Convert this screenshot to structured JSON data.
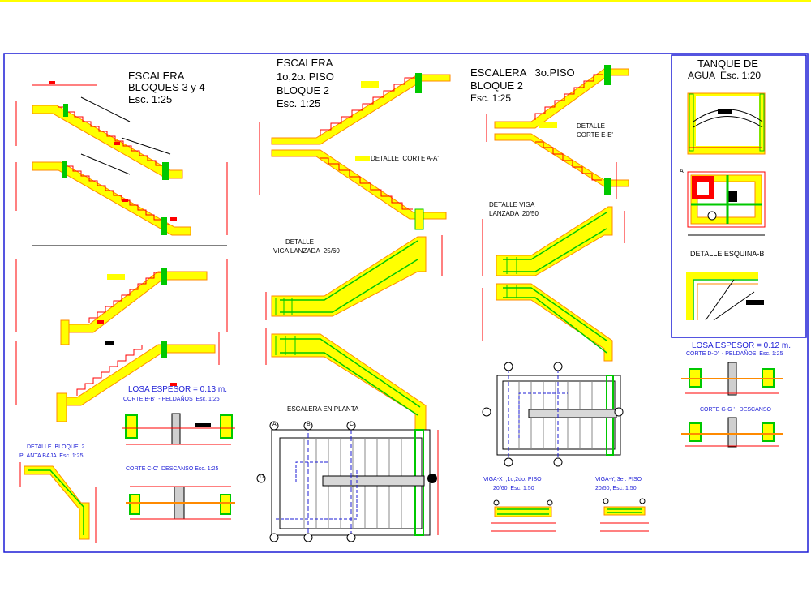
{
  "stairs_a": {
    "title_1": "ESCALERA",
    "title_2": "BLOQUES 3 y 4",
    "scale": "Esc. 1:25"
  },
  "stairs_b": {
    "title_1": "ESCALERA",
    "title_2": "1o,2o. PISO",
    "title_3": "BLOQUE 2",
    "scale": "Esc. 1:25"
  },
  "stairs_c": {
    "title_1": "ESCALERA   3o.PISO",
    "title_2": "BLOQUE 2",
    "scale": "Esc. 1:25"
  },
  "tank": {
    "title_1": "TANQUE DE",
    "title_2": "AGUA  Esc. 1:20",
    "corner_detail": "DETALLE ESQUINA-B",
    "corner_mark": "A"
  },
  "details": {
    "corte_aa": "DETALLE  CORTE A-A'",
    "corte_ee_1": "DETALLE",
    "corte_ee_2": "CORTE E-E'",
    "viga_lanzada_1_a": "DETALLE",
    "viga_lanzada_1_b": "VIGA LANZADA  25/60",
    "viga_lanzada_2_a": "DETALLE VIGA",
    "viga_lanzada_2_b": "LANZADA  20/50",
    "planta": "ESCALERA EN PLANTA",
    "bloque2_1": "DETALLE  BLOQUE  2",
    "bloque2_2": "PLANTA BAJA  Esc. 1:25"
  },
  "slab_a": {
    "title": "LOSA ESPESOR = 0.13 m.",
    "corte_bb": "CORTE B-B'  - PELDAÑOS  Esc. 1:25",
    "corte_cc": "CORTE C-C'  DESCANSO Esc. 1:25"
  },
  "slab_b": {
    "title": "LOSA ESPESOR = 0.12 m.",
    "corte_dd": "CORTE D-D'  - PELDAÑOS  Esc. 1:25",
    "corte_gg": "CORTE G-G '   DESCANSO"
  },
  "beams": {
    "x_1": "VIGA-X  ,1o,2do. PISO",
    "x_2": "20/60  Esc. 1:50",
    "y_1": "VIGA-Y, 3er. PISO",
    "y_2": "20/50, Esc. 1:50"
  },
  "axes": [
    "A",
    "B",
    "C",
    "D"
  ],
  "colors": {
    "frame": "#1d1dd6",
    "concrete": "#ffff00",
    "rebar": "#ff8a00",
    "section": "#ff0000",
    "wall": "#00c800",
    "annotation": "#1d1dd6"
  }
}
